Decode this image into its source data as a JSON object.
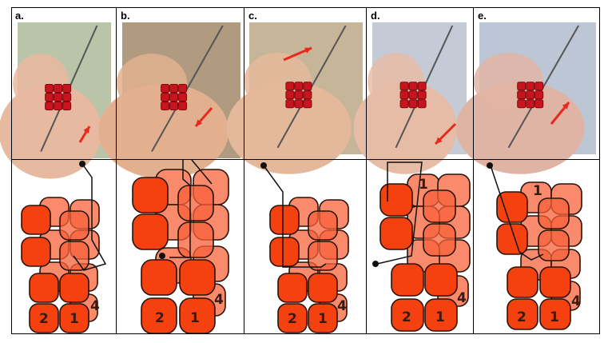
{
  "panels": [
    {
      "label": "a.",
      "numbers": [
        "2",
        "1",
        "4"
      ]
    },
    {
      "label": "b.",
      "numbers": [
        "2",
        "1",
        "4"
      ]
    },
    {
      "label": "c.",
      "numbers": [
        "2",
        "1",
        "4"
      ]
    },
    {
      "label": "d.",
      "numbers": [
        "2",
        "1",
        "4",
        "1"
      ]
    },
    {
      "label": "e.",
      "numbers": [
        "2",
        "1",
        "4",
        "1"
      ]
    }
  ],
  "colors": {
    "bead_front": "#f4410f",
    "bead_back": "#f98a6c",
    "bead_mid": "#f7603a",
    "outline": "#2a1208",
    "arrow_photo": "#e8281c"
  }
}
